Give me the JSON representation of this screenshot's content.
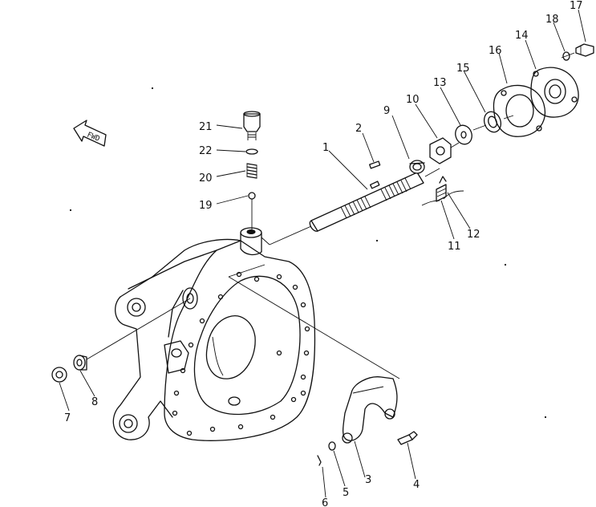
{
  "diagram": {
    "callouts": [
      {
        "id": "1",
        "label": "1"
      },
      {
        "id": "2",
        "label": "2"
      },
      {
        "id": "3",
        "label": "3"
      },
      {
        "id": "4",
        "label": "4"
      },
      {
        "id": "5",
        "label": "5"
      },
      {
        "id": "6",
        "label": "6"
      },
      {
        "id": "7",
        "label": "7"
      },
      {
        "id": "8",
        "label": "8"
      },
      {
        "id": "9",
        "label": "9"
      },
      {
        "id": "10",
        "label": "10"
      },
      {
        "id": "11",
        "label": "11"
      },
      {
        "id": "12",
        "label": "12"
      },
      {
        "id": "13",
        "label": "13"
      },
      {
        "id": "14",
        "label": "14"
      },
      {
        "id": "15",
        "label": "15"
      },
      {
        "id": "16",
        "label": "16"
      },
      {
        "id": "17",
        "label": "17"
      },
      {
        "id": "18",
        "label": "18"
      },
      {
        "id": "19",
        "label": "19"
      },
      {
        "id": "20",
        "label": "20"
      },
      {
        "id": "21",
        "label": "21"
      },
      {
        "id": "22",
        "label": "22"
      }
    ],
    "direction_marker": {
      "text": "FWD",
      "icon": "forward-arrow-icon"
    }
  }
}
